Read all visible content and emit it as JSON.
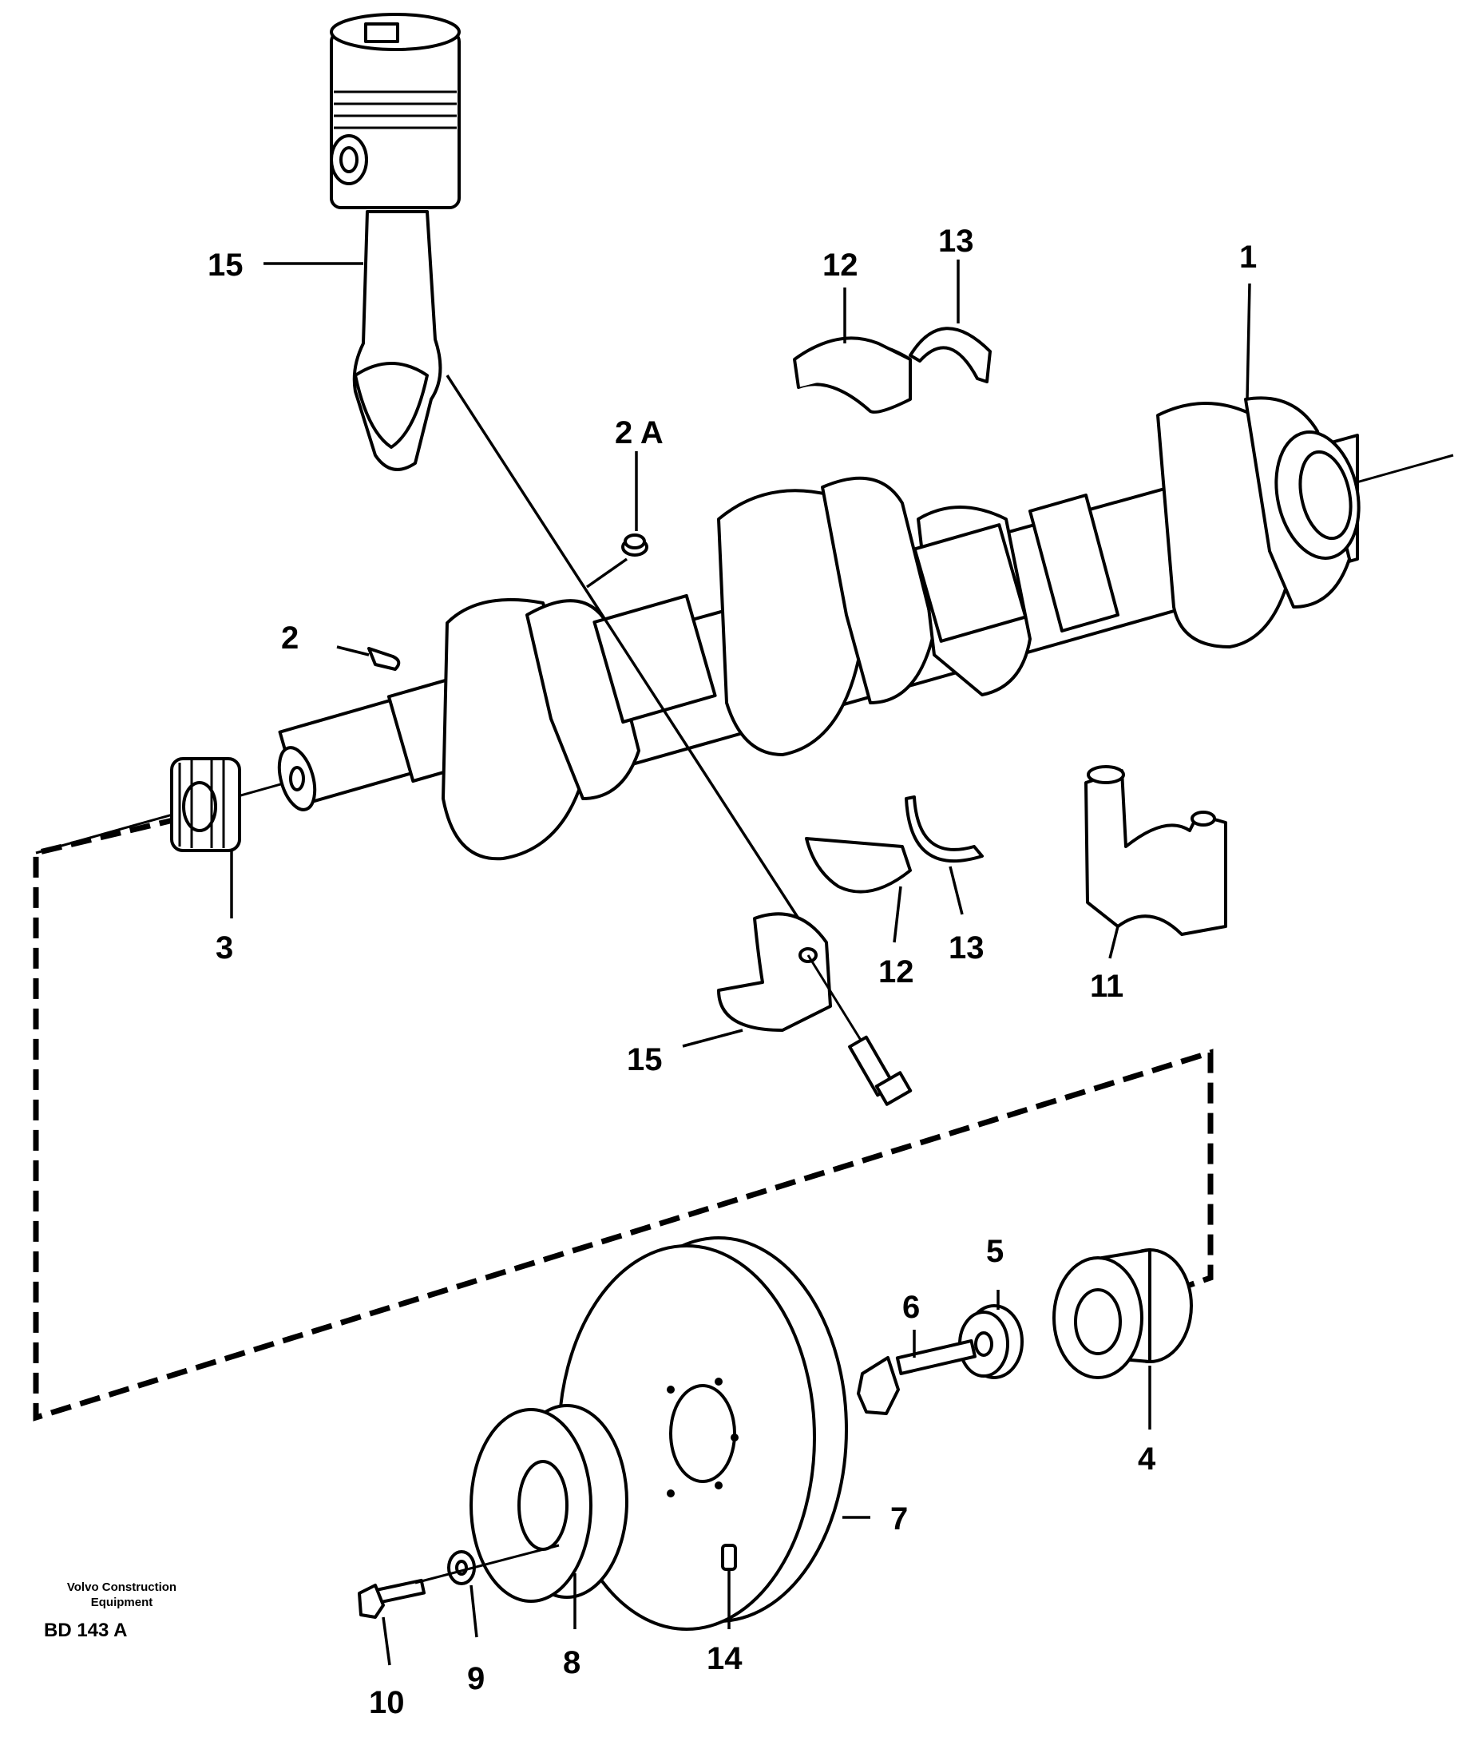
{
  "callouts": {
    "c1": "1",
    "c2": "2",
    "c2a": "2 A",
    "c3": "3",
    "c4": "4",
    "c5": "5",
    "c6": "6",
    "c7": "7",
    "c8": "8",
    "c9": "9",
    "c10": "10",
    "c11": "11",
    "c12_top": "12",
    "c12_bottom": "12",
    "c13_top": "13",
    "c13_bottom": "13",
    "c14": "14",
    "c15_top": "15",
    "c15_bottom": "15"
  },
  "footer": {
    "company_line1": "Volvo Construction",
    "company_line2": "Equipment",
    "drawing_code": "BD 143 A"
  }
}
